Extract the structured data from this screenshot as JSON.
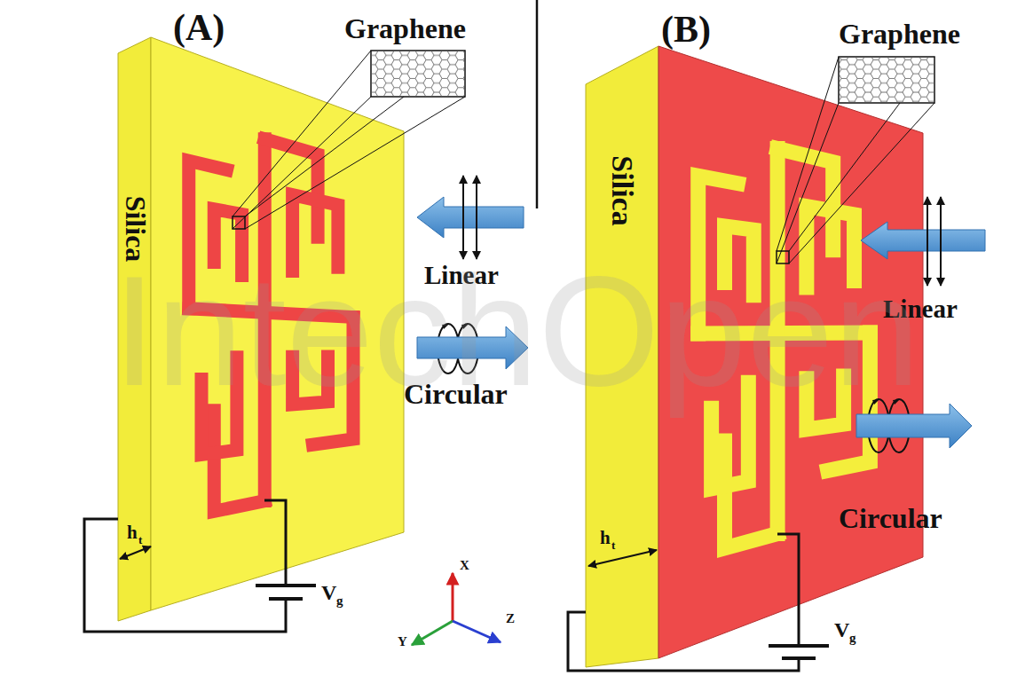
{
  "diagram": {
    "nodes": [
      {
        "text": [
          "Silica"
        ]
      },
      {
        "text": [
          "Silica"
        ]
      }
    ],
    "labels": [
      "(A)",
      "Graphene",
      "Linear",
      "Circular",
      "h",
      "t",
      "V",
      "g",
      "X",
      "Y",
      "Z",
      "(B)",
      "Graphene",
      "Linear",
      "Circular",
      "h",
      "t",
      "V",
      "g",
      "IntechOpen"
    ]
  }
}
